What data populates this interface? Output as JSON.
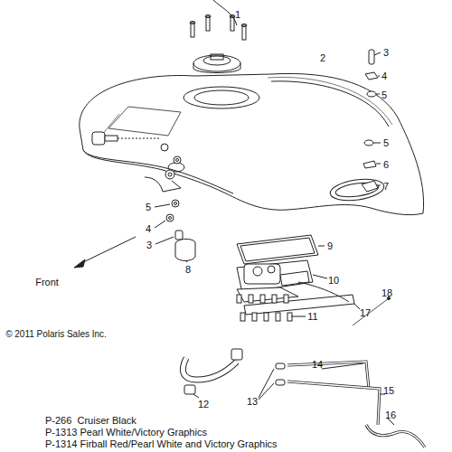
{
  "diagram": {
    "labels": [
      "1",
      "2",
      "3",
      "4",
      "5",
      "5",
      "6",
      "7",
      "5",
      "4",
      "3",
      "8",
      "9",
      "10",
      "17",
      "18",
      "Front",
      "© 2011 Polaris Sales Inc.",
      "11",
      "12",
      "13",
      "14",
      "15",
      "16",
      "P-266  Cruiser Black",
      "P-1313 Pearl White/Victory Graphics",
      "P-1314 Firball Red/Pearl White and Victory Graphics"
    ]
  }
}
